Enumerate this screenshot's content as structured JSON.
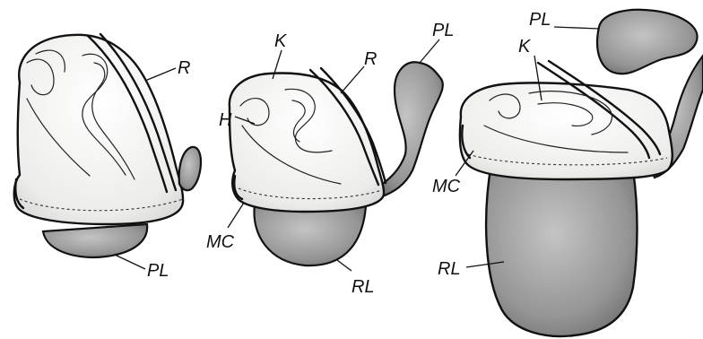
{
  "labels": {
    "left": {
      "R": "R",
      "PL": "PL"
    },
    "middle": {
      "K": "K",
      "R": "R",
      "PL": "PL",
      "H": "H",
      "MC": "MC",
      "RL": "RL"
    },
    "right": {
      "PL": "PL",
      "K": "K",
      "MC": "MC",
      "RL": "RL"
    }
  },
  "colors": {
    "ink": "#111111",
    "shade": "#9a9a9a",
    "paper": "#f4f4f2"
  }
}
